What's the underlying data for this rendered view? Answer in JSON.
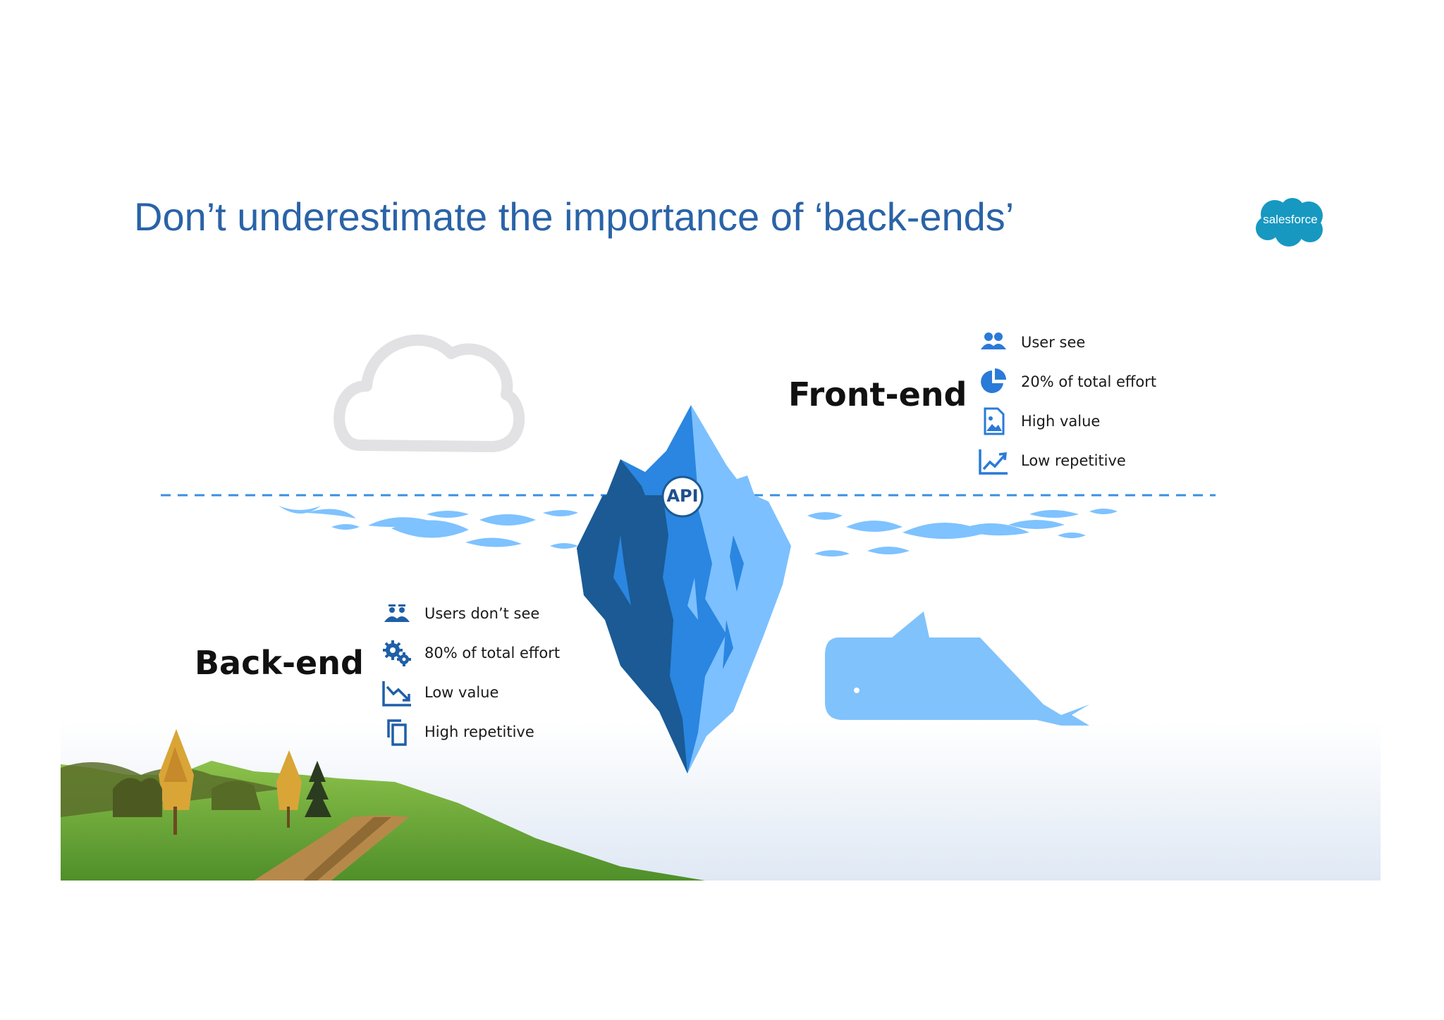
{
  "slide": {
    "title": "Don’t underestimate the importance of ‘back-ends’",
    "logo_text": "salesforce"
  },
  "diagram": {
    "front_end": {
      "heading": "Front-end",
      "items": [
        {
          "icon": "users-icon",
          "label": "User see"
        },
        {
          "icon": "pie-chart-icon",
          "label": "20% of total effort"
        },
        {
          "icon": "image-document-icon",
          "label": "High value"
        },
        {
          "icon": "trend-up-icon",
          "label": "Low repetitive"
        }
      ]
    },
    "back_end": {
      "heading": "Back-end",
      "items": [
        {
          "icon": "hidden-users-icon",
          "label": "Users don’t see"
        },
        {
          "icon": "gears-icon",
          "label": "80% of total effort"
        },
        {
          "icon": "trend-down-icon",
          "label": "Low value"
        },
        {
          "icon": "copy-icon",
          "label": "High repetitive"
        }
      ]
    },
    "api_label": "API"
  },
  "colors": {
    "title": "#2a63a7",
    "brand": "#1798c1",
    "iceberg_dark": "#1b5a94",
    "iceberg_mid": "#2a86e0",
    "iceberg_light": "#7cc0ff",
    "whale": "#80c2fb",
    "waterline": "#3a8fe0",
    "cloud": "#e0e0e0"
  }
}
